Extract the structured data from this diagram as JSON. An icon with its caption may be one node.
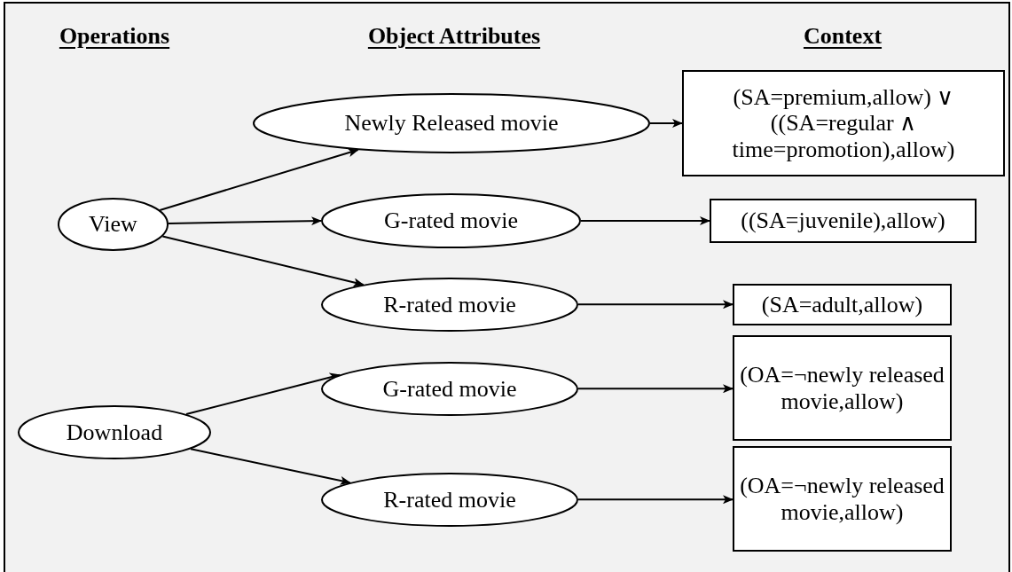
{
  "diagram": {
    "nodes": [
      {
        "text": [
          "View"
        ]
      },
      {
        "text": [
          "Download"
        ]
      },
      {
        "text": [
          "Newly Released movie"
        ]
      },
      {
        "text": [
          "G-rated movie"
        ]
      },
      {
        "text": [
          "R-rated movie"
        ]
      },
      {
        "text": [
          "G-rated movie"
        ]
      },
      {
        "text": [
          "R-rated movie"
        ]
      },
      {
        "text": [
          "(SA=premium,allow) ∨ ((SA=regular ∧ time=promotion),allow)"
        ]
      },
      {
        "text": [
          "((SA=juvenile),allow)"
        ]
      },
      {
        "text": [
          "(SA=adult,allow)"
        ]
      },
      {
        "text": [
          "(OA=¬newly released movie,allow)"
        ]
      },
      {
        "text": [
          "(OA=¬newly released movie,allow)"
        ]
      }
    ],
    "edges": [
      {
        "from": 0,
        "to": 2,
        "arrow": "to"
      },
      {
        "from": 0,
        "to": 3,
        "arrow": "to"
      },
      {
        "from": 0,
        "to": 4,
        "arrow": "to"
      },
      {
        "from": 1,
        "to": 5,
        "arrow": "to"
      },
      {
        "from": 1,
        "to": 6,
        "arrow": "to"
      },
      {
        "from": 2,
        "to": 7,
        "arrow": "to"
      },
      {
        "from": 3,
        "to": 8,
        "arrow": "to"
      },
      {
        "from": 4,
        "to": 9,
        "arrow": "to"
      },
      {
        "from": 5,
        "to": 10,
        "arrow": "to"
      },
      {
        "from": 6,
        "to": 11,
        "arrow": "to"
      }
    ],
    "labels": [
      "Operations",
      "Object Attributes",
      "Context"
    ]
  }
}
